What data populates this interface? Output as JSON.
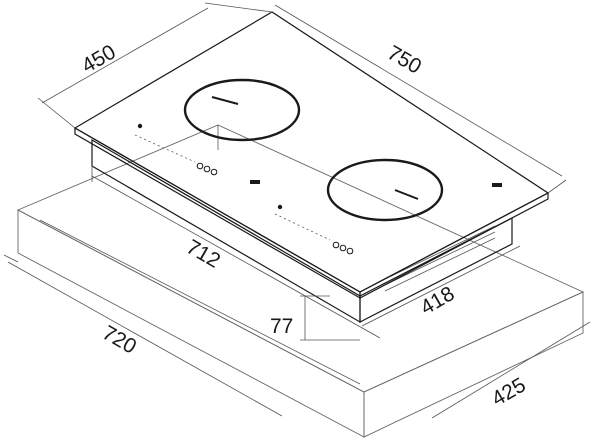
{
  "dimensions": {
    "hob_width": "750",
    "hob_depth": "450",
    "cutout_width": "712",
    "cutout_depth": "418",
    "height": "77",
    "cabinet_width": "720",
    "cabinet_depth": "425"
  },
  "colors": {
    "line": "#1a1a1a",
    "background": "#ffffff"
  },
  "icons": [
    "induction-zone-icon",
    "control-panel-icon",
    "vent-grille-icon"
  ]
}
